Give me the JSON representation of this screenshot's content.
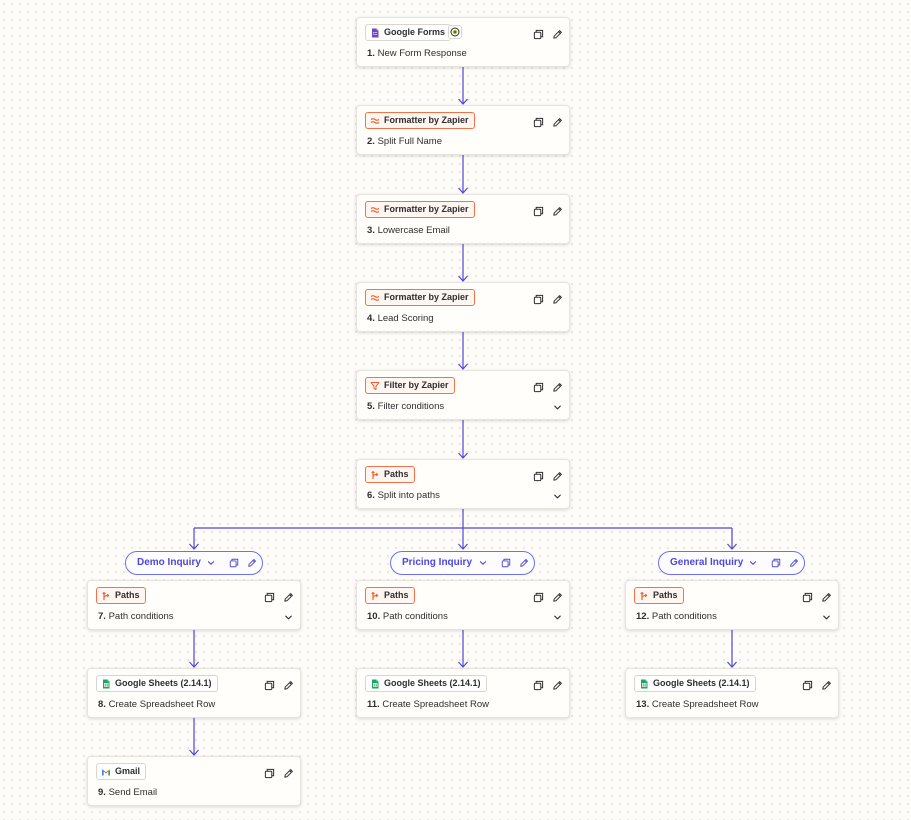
{
  "colors": {
    "connector": "#4f46d8",
    "path_pill_border": "#6b6ff0",
    "path_pill_text": "#4e49d6",
    "formatter_tag_border": "#f0734a",
    "google_forms_purple": "#7248b9",
    "google_sheets_green": "#1ea362"
  },
  "steps": [
    {
      "id": "s1",
      "app": "Google Forms",
      "app_icon": "google-forms-icon",
      "number": "1.",
      "title": "New Form Response",
      "tag_extra": "add-circle-icon"
    },
    {
      "id": "s2",
      "app": "Formatter by Zapier",
      "app_icon": "formatter-icon",
      "number": "2.",
      "title": "Split Full Name"
    },
    {
      "id": "s3",
      "app": "Formatter by Zapier",
      "app_icon": "formatter-icon",
      "number": "3.",
      "title": "Lowercase Email"
    },
    {
      "id": "s4",
      "app": "Formatter by Zapier",
      "app_icon": "formatter-icon",
      "number": "4.",
      "title": "Lead Scoring"
    },
    {
      "id": "s5",
      "app": "Filter by Zapier",
      "app_icon": "filter-icon",
      "number": "5.",
      "title": "Filter conditions",
      "expand": true
    },
    {
      "id": "s6",
      "app": "Paths",
      "app_icon": "paths-icon",
      "number": "6.",
      "title": "Split into paths",
      "expand": true
    },
    {
      "id": "s7",
      "app": "Paths",
      "app_icon": "paths-icon",
      "number": "7.",
      "title": "Path conditions",
      "expand": true
    },
    {
      "id": "s8",
      "app": "Google Sheets (2.14.1)",
      "app_icon": "google-sheets-icon",
      "number": "8.",
      "title": "Create Spreadsheet Row"
    },
    {
      "id": "s9",
      "app": "Gmail",
      "app_icon": "gmail-icon",
      "number": "9.",
      "title": "Send Email"
    },
    {
      "id": "s10",
      "app": "Paths",
      "app_icon": "paths-icon",
      "number": "10.",
      "title": "Path conditions",
      "expand": true
    },
    {
      "id": "s11",
      "app": "Google Sheets (2.14.1)",
      "app_icon": "google-sheets-icon",
      "number": "11.",
      "title": "Create Spreadsheet Row"
    },
    {
      "id": "s12",
      "app": "Paths",
      "app_icon": "paths-icon",
      "number": "12.",
      "title": "Path conditions",
      "expand": true
    },
    {
      "id": "s13",
      "app": "Google Sheets (2.14.1)",
      "app_icon": "google-sheets-icon",
      "number": "13.",
      "title": "Create Spreadsheet Row"
    }
  ],
  "paths": [
    {
      "id": "p1",
      "label": "Demo Inquiry"
    },
    {
      "id": "p2",
      "label": "Pricing Inquiry"
    },
    {
      "id": "p3",
      "label": "General Inquiry"
    }
  ]
}
